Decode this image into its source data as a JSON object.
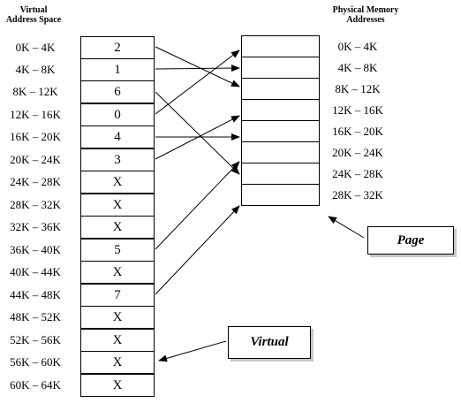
{
  "virtual_title_line1": "Virtual",
  "virtual_title_line2": "Address Space",
  "physical_title_line1": "Physical Memory",
  "physical_title_line2": "Addresses",
  "virtual_rows": [
    {
      "range": "0K – 4K",
      "value": "2"
    },
    {
      "range": "4K – 8K",
      "value": "1"
    },
    {
      "range": "8K – 12K",
      "value": "6"
    },
    {
      "range": "12K – 16K",
      "value": "0"
    },
    {
      "range": "16K – 20K",
      "value": "4"
    },
    {
      "range": "20K – 24K",
      "value": "3"
    },
    {
      "range": "24K – 28K",
      "value": "X"
    },
    {
      "range": "28K – 32K",
      "value": "X"
    },
    {
      "range": "32K – 36K",
      "value": "X"
    },
    {
      "range": "36K – 40K",
      "value": "5"
    },
    {
      "range": "40K – 44K",
      "value": "X"
    },
    {
      "range": "44K – 48K",
      "value": "7"
    },
    {
      "range": "48K – 52K",
      "value": "X"
    },
    {
      "range": "52K – 56K",
      "value": "X"
    },
    {
      "range": "56K – 60K",
      "value": "X"
    },
    {
      "range": "60K – 64K",
      "value": "X"
    }
  ],
  "physical_rows": [
    "0K – 4K",
    "4K – 8K",
    "8K – 12K",
    "12K – 16K",
    "16K – 20K",
    "20K – 24K",
    "24K – 28K",
    "28K – 32K"
  ],
  "callouts": {
    "page": "Page",
    "virtual": "Virtual"
  }
}
